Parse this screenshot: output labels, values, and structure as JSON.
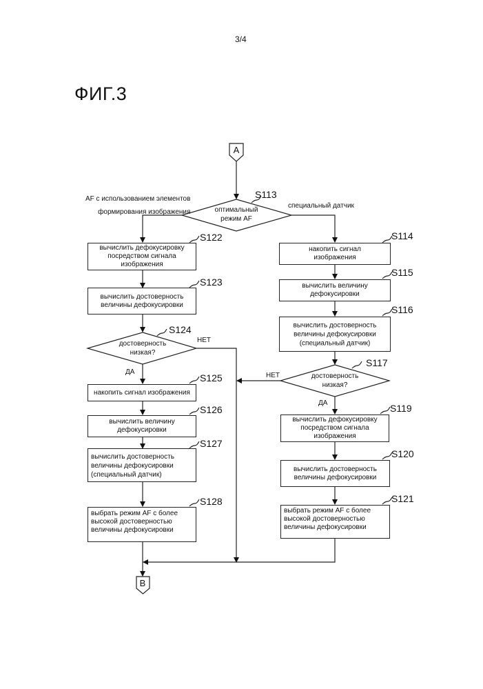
{
  "page_number": "3/4",
  "figure_title": "ФИГ.3",
  "connectors": {
    "start": "A",
    "end": "B"
  },
  "decisions": {
    "S113": {
      "step": "S113",
      "text": "оптимальный\nрежим AF",
      "left_branch": "AF с использованием элементов\nформирования изображения",
      "right_branch": "специальный датчик"
    },
    "S124": {
      "step": "S124",
      "text": "достоверность\nнизкая?",
      "no": "НЕТ",
      "yes": "ДА"
    },
    "S117": {
      "step": "S117",
      "text": "достоверность\nнизкая?",
      "no": "НЕТ",
      "yes": "ДА"
    }
  },
  "left_steps": [
    {
      "step": "S122",
      "text": "вычислить дефокусировку\nпосредством  сигнала\nизображения"
    },
    {
      "step": "S123",
      "text": "вычислить достоверность\nвеличины дефокусировки"
    },
    {
      "step": "S125",
      "text": "накопить сигнал изображения"
    },
    {
      "step": "S126",
      "text": "вычислить величину\nдефокусировки"
    },
    {
      "step": "S127",
      "text": "вычислить достоверность\nвеличины дефокусировки\n(специальный датчик)"
    },
    {
      "step": "S128",
      "text": "выбрать режим AF с более\nвысокой достоверностью\nвеличины дефокусировки"
    }
  ],
  "right_steps": [
    {
      "step": "S114",
      "text": "накопить сигнал\nизображения"
    },
    {
      "step": "S115",
      "text": "вычислить величину\nдефокусировки"
    },
    {
      "step": "S116",
      "text": "вычислить достоверность\nвеличины дефокусировки\n(специальный датчик)"
    },
    {
      "step": "S119",
      "text": "вычислить дефокусировку\nпосредством  сигнала\nизображения"
    },
    {
      "step": "S120",
      "text": "вычислить достоверность\nвеличины дефокусировки"
    },
    {
      "step": "S121",
      "text": "выбрать режим AF с более\nвысокой достоверностью\nвеличины дефокусировки"
    }
  ]
}
